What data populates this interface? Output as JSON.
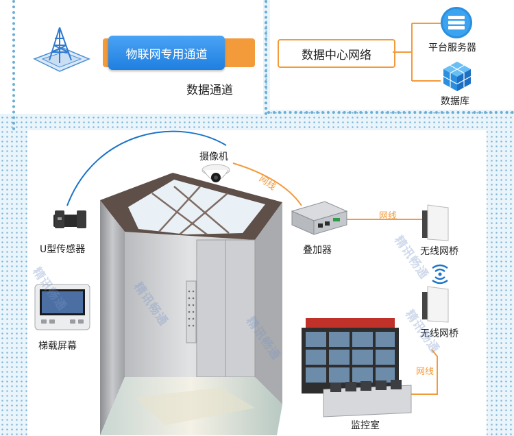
{
  "top_left": {
    "iot_channel_label": "物联网专用通道",
    "data_channel_label": "数据通道"
  },
  "top_right": {
    "data_center_label": "数据中心网络",
    "server_label": "平台服务器",
    "database_label": "数据库"
  },
  "diagram": {
    "camera_label": "摄像机",
    "cable_label_camera": "网线",
    "sensor_label": "U型传感器",
    "combiner_label": "叠加器",
    "cable_label_bridge": "网线",
    "bridge1_label": "无线网桥",
    "bridge2_label": "无线网桥",
    "screen_label": "梯载屏幕",
    "cable_label_monitor": "网线",
    "monitor_room_label": "监控室",
    "watermark": "精讯畅通"
  },
  "colors": {
    "accent_orange": "#f39a3a",
    "accent_blue": "#1f7fe0",
    "link_blue": "#1a73c8",
    "dot_blue": "#6aaed4"
  }
}
